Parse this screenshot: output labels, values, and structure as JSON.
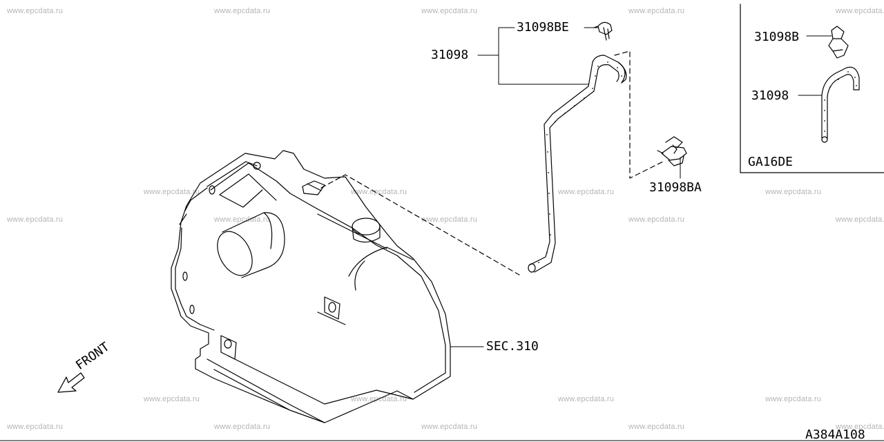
{
  "watermark": "www.epcdata.ru",
  "part_labels": {
    "bracket_be": "31098BE",
    "hose_main": "31098",
    "clip_ba": "31098BA",
    "section_ref": "SEC.310"
  },
  "inset": {
    "clip_b": "31098B",
    "hose": "31098",
    "engine_variant": "GA16DE"
  },
  "direction_marker": "FRONT",
  "diagram_code": "A384A108"
}
